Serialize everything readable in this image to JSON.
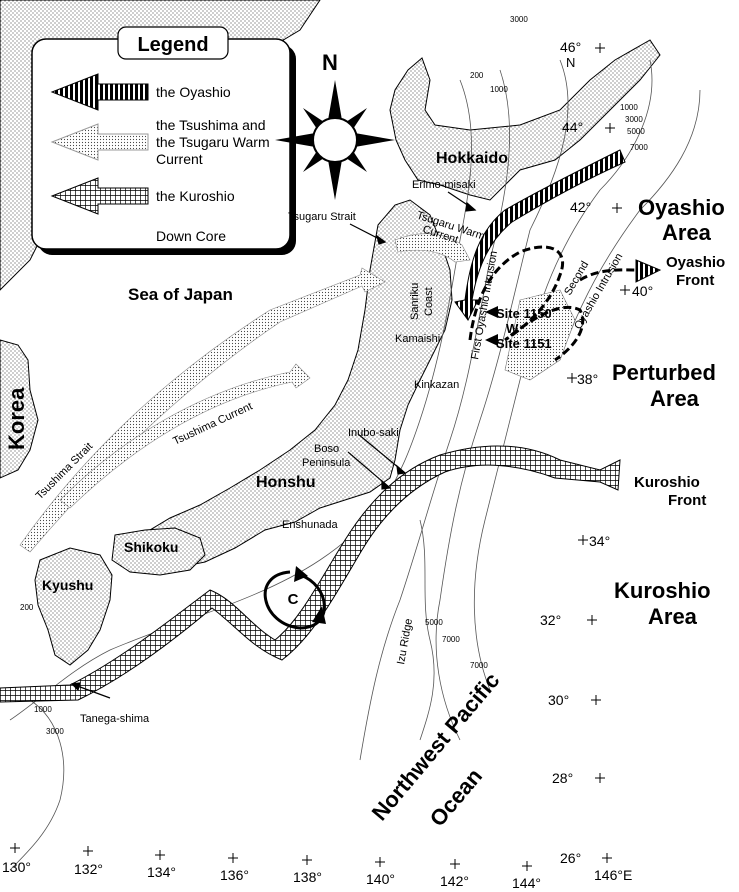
{
  "legend": {
    "title": "Legend",
    "oyashio": "the Oyashio",
    "tsushima_line1": "the Tsushima and",
    "tsushima_line2": "the Tsugaru Warm",
    "tsushima_line3": "Current",
    "kuroshio": "the Kuroshio",
    "down_core": "Down Core"
  },
  "compass": {
    "north": "N"
  },
  "regions": {
    "sea_of_japan": "Sea of Japan",
    "korea": "Korea",
    "hokkaido": "Hokkaido",
    "honshu": "Honshu",
    "shikoku": "Shikoku",
    "kyushu": "Kyushu",
    "nw_pacific_1": "Northwest Pacific",
    "nw_pacific_2": "Ocean",
    "oyashio_area_1": "Oyashio",
    "oyashio_area_2": "Area",
    "perturbed_1": "Perturbed",
    "perturbed_2": "Area",
    "kuroshio_area_1": "Kuroshio",
    "kuroshio_area_2": "Area",
    "oyashio_front_1": "Oyashio",
    "oyashio_front_2": "Front",
    "kuroshio_front_1": "Kuroshio",
    "kuroshio_front_2": "Front"
  },
  "places": {
    "tsugaru_strait": "Tsugaru Strait",
    "erimo": "Erimo-misaki",
    "tsugaru_warm_1": "Tsugaru Warm",
    "tsugaru_warm_2": "Current",
    "sanriku_1": "Sanriku",
    "sanriku_2": "Coast",
    "kamaishi": "Kamaishi",
    "kinkazan": "Kinkazan",
    "inubo": "Inubo-saki",
    "boso_1": "Boso",
    "boso_2": "Peninsula",
    "tsushima_current": "Tsushima Current",
    "tsushima_strait": "Tsushima Strait",
    "enshunada": "Enshunada",
    "izu_ridge": "Izu Ridge",
    "tanega": "Tanega-shima",
    "first_oyashio": "First Oyashio Intrusion",
    "second_oyashio_1": "Second",
    "second_oyashio_2": "Oyashio Intrusion",
    "site_1150": "Site 1150",
    "site_1151": "Site 1151",
    "w": "W",
    "c": "C"
  },
  "latitudes": [
    "46°",
    "N",
    "44°",
    "42°",
    "40°",
    "38°",
    "34°",
    "32°",
    "30°",
    "28°",
    "26°"
  ],
  "longitudes": [
    "130°",
    "132°",
    "134°",
    "136°",
    "138°",
    "140°",
    "142°",
    "144°",
    "146°E"
  ],
  "depths": [
    "3000",
    "200",
    "1000",
    "1000",
    "3000",
    "5000",
    "7000",
    "5000",
    "7000",
    "7000",
    "200",
    "1000",
    "3000"
  ]
}
